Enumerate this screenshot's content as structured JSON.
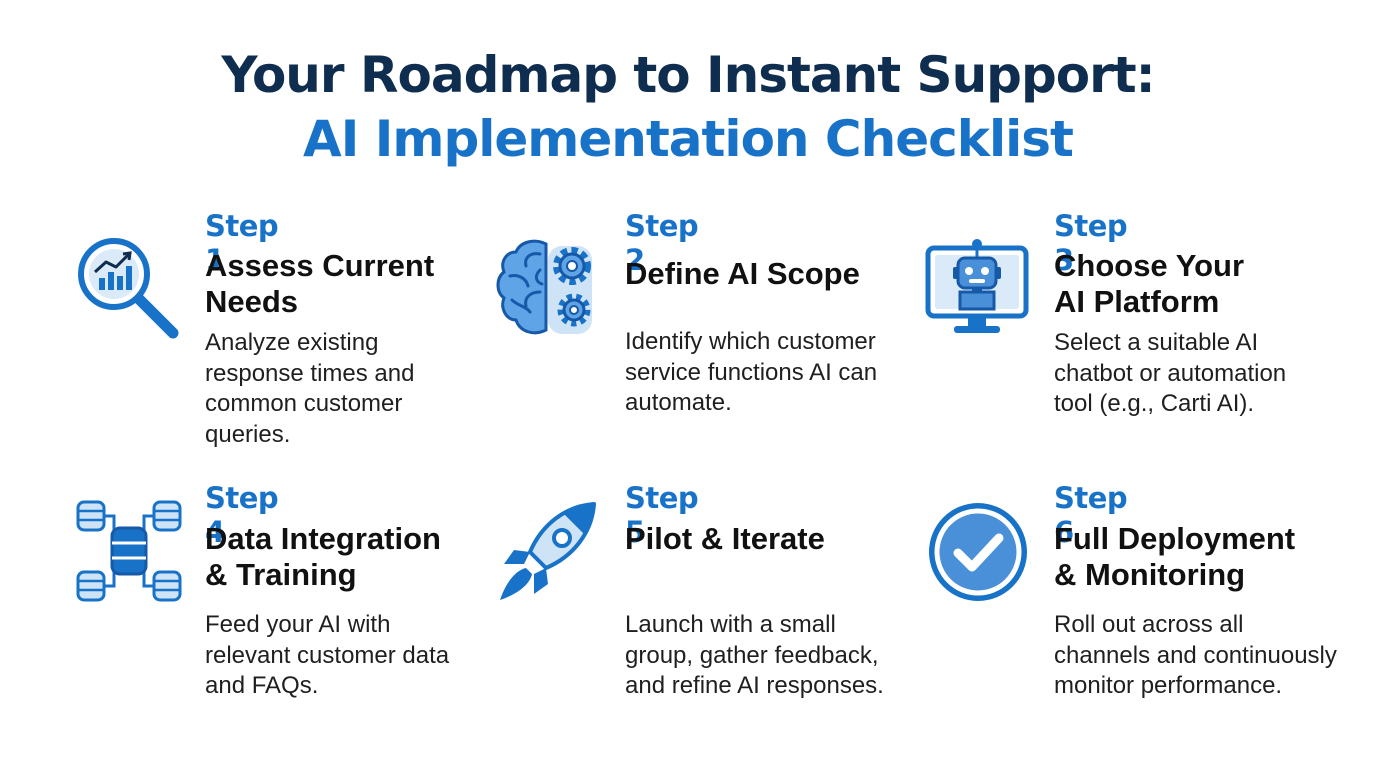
{
  "title": {
    "line1": "Your Roadmap to Instant Support:",
    "line2": "AI Implementation Checklist"
  },
  "colors": {
    "navy": "#0f2d4f",
    "accent": "#1873c8",
    "light": "#cfe3f7"
  },
  "steps": [
    {
      "label": "Step 1",
      "heading_1": "Assess Current",
      "heading_2": "Needs",
      "desc_1": "Analyze existing",
      "desc_2": "response times and",
      "desc_3": "common customer",
      "desc_4": "queries.",
      "icon": "magnifier-chart-icon"
    },
    {
      "label": "Step 2",
      "heading_1": "Define AI Scope",
      "heading_2": "",
      "desc_1": "Identify which customer",
      "desc_2": "service functions AI can",
      "desc_3": "automate.",
      "desc_4": "",
      "icon": "brain-gears-icon"
    },
    {
      "label": "Step 3",
      "heading_1": "Choose Your",
      "heading_2": "AI Platform",
      "desc_1": "Select a suitable AI",
      "desc_2": "chatbot or automation",
      "desc_3": "tool (e.g., Carti AI).",
      "desc_4": "",
      "icon": "robot-monitor-icon"
    },
    {
      "label": "Step 4",
      "heading_1": "Data Integration",
      "heading_2": "& Training",
      "desc_1": "Feed your AI with",
      "desc_2": "relevant customer data",
      "desc_3": "and FAQs.",
      "desc_4": "",
      "icon": "database-network-icon"
    },
    {
      "label": "Step 5",
      "heading_1": "Pilot & Iterate",
      "heading_2": "",
      "desc_1": "Launch with a small",
      "desc_2": "group, gather feedback,",
      "desc_3": "and refine AI responses.",
      "desc_4": "",
      "icon": "rocket-icon"
    },
    {
      "label": "Step 6",
      "heading_1": "Full Deployment",
      "heading_2": "& Monitoring",
      "desc_1": "Roll out across all",
      "desc_2": "channels and continuously",
      "desc_3": "monitor performance.",
      "desc_4": "",
      "icon": "check-circle-icon"
    }
  ]
}
